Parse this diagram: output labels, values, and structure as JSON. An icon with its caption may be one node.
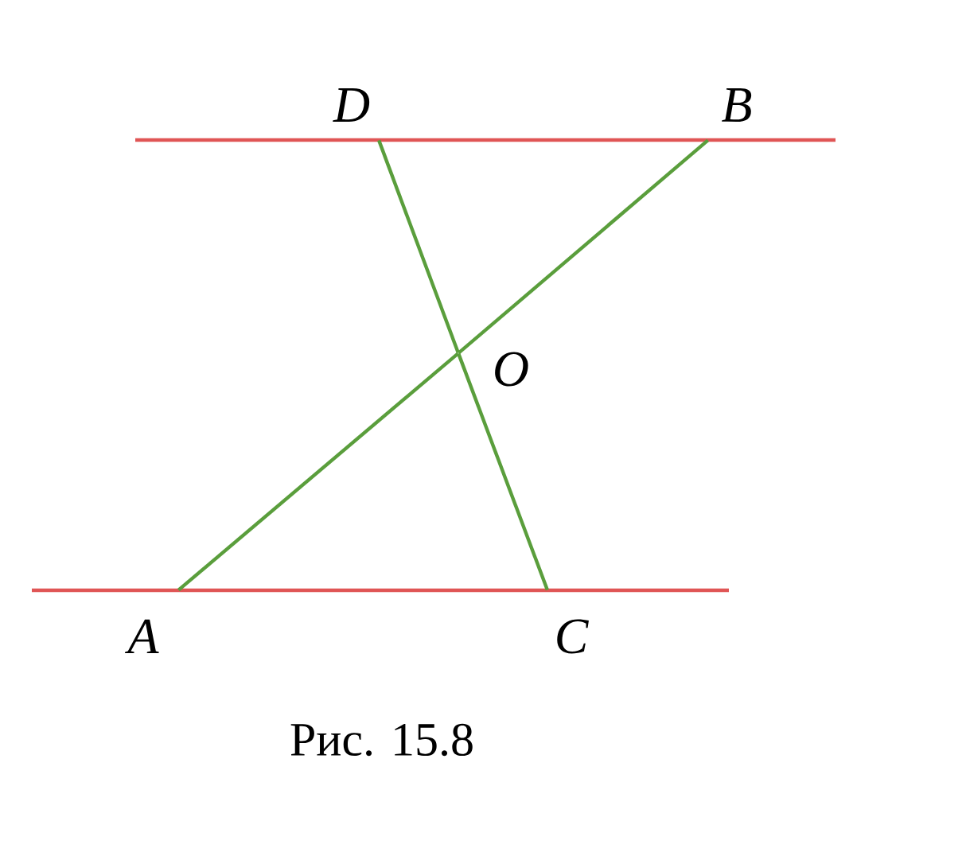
{
  "diagram": {
    "caption": "Рис. 15.8",
    "nodes": [
      {
        "text": [
          "D"
        ]
      },
      {
        "text": [
          "B"
        ]
      },
      {
        "text": [
          "O"
        ]
      },
      {
        "text": [
          "A"
        ]
      },
      {
        "text": [
          "C"
        ]
      }
    ],
    "edges": [
      {
        "from": 3,
        "to": 2,
        "arrow": "none"
      },
      {
        "from": 2,
        "to": 1,
        "arrow": "none"
      },
      {
        "from": 0,
        "to": 2,
        "arrow": "none"
      },
      {
        "from": 2,
        "to": 4,
        "arrow": "none"
      }
    ]
  }
}
